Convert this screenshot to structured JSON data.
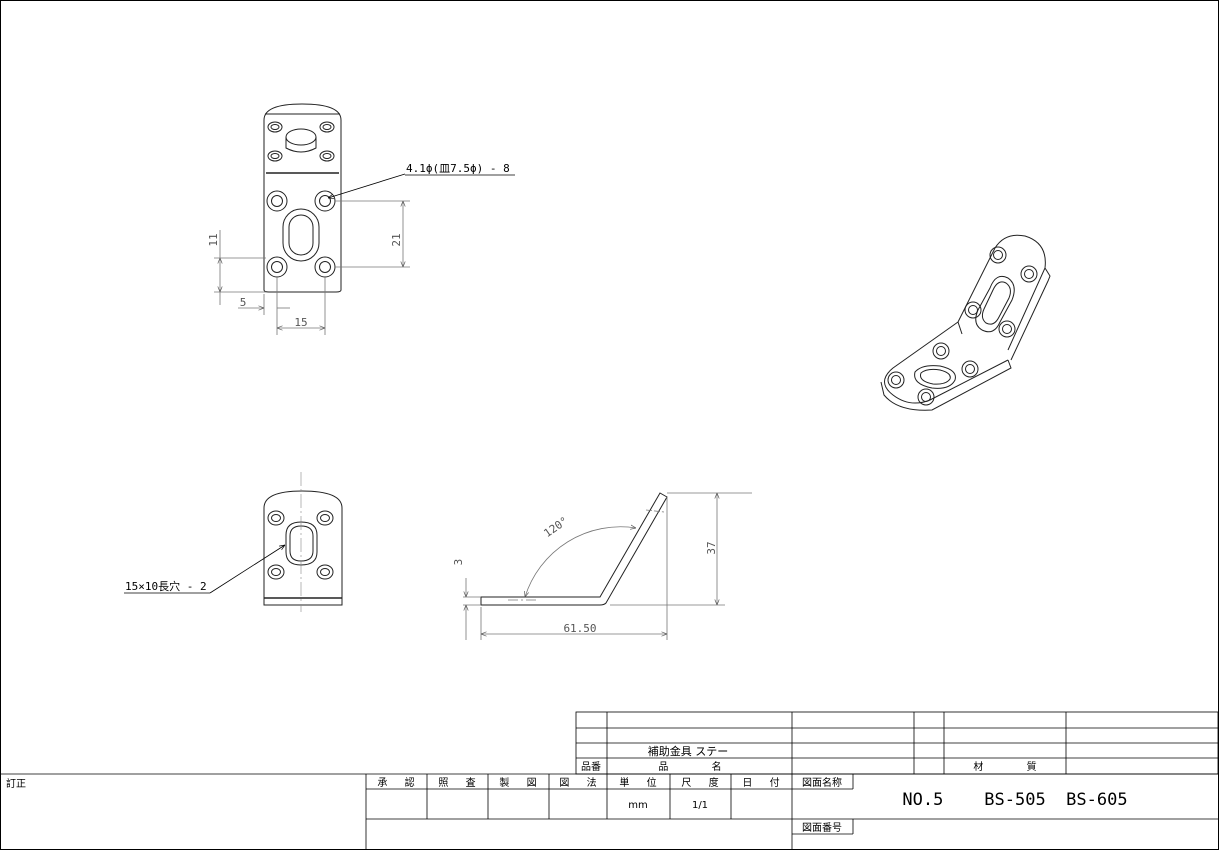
{
  "callouts": {
    "hole_spec": "4.1ϕ(皿7.5ϕ) - 8",
    "slot_spec": "15×10長穴 - 2"
  },
  "dimensions": {
    "d11": "11",
    "d21": "21",
    "d5": "5",
    "d15": "15",
    "d3": "3",
    "d37": "37",
    "d61_50": "61.50",
    "angle": "120°"
  },
  "title_block": {
    "part_number_label": "品番",
    "part_name_label": "品 名",
    "part_name": "補助金具 ステー",
    "material_label": "材 質",
    "revision_label": "訂正",
    "approved": "承 認",
    "checked": "照 査",
    "drawn": "製 図",
    "method": "図 法",
    "unit_label": "単 位",
    "unit_value": "mm",
    "scale_label": "尺 度",
    "scale_value": "1/1",
    "date_label": "日 付",
    "drawing_name_label": "図面名称",
    "drawing_name": "NO.5    BS-505  BS-605",
    "drawing_number_label": "図面番号"
  }
}
